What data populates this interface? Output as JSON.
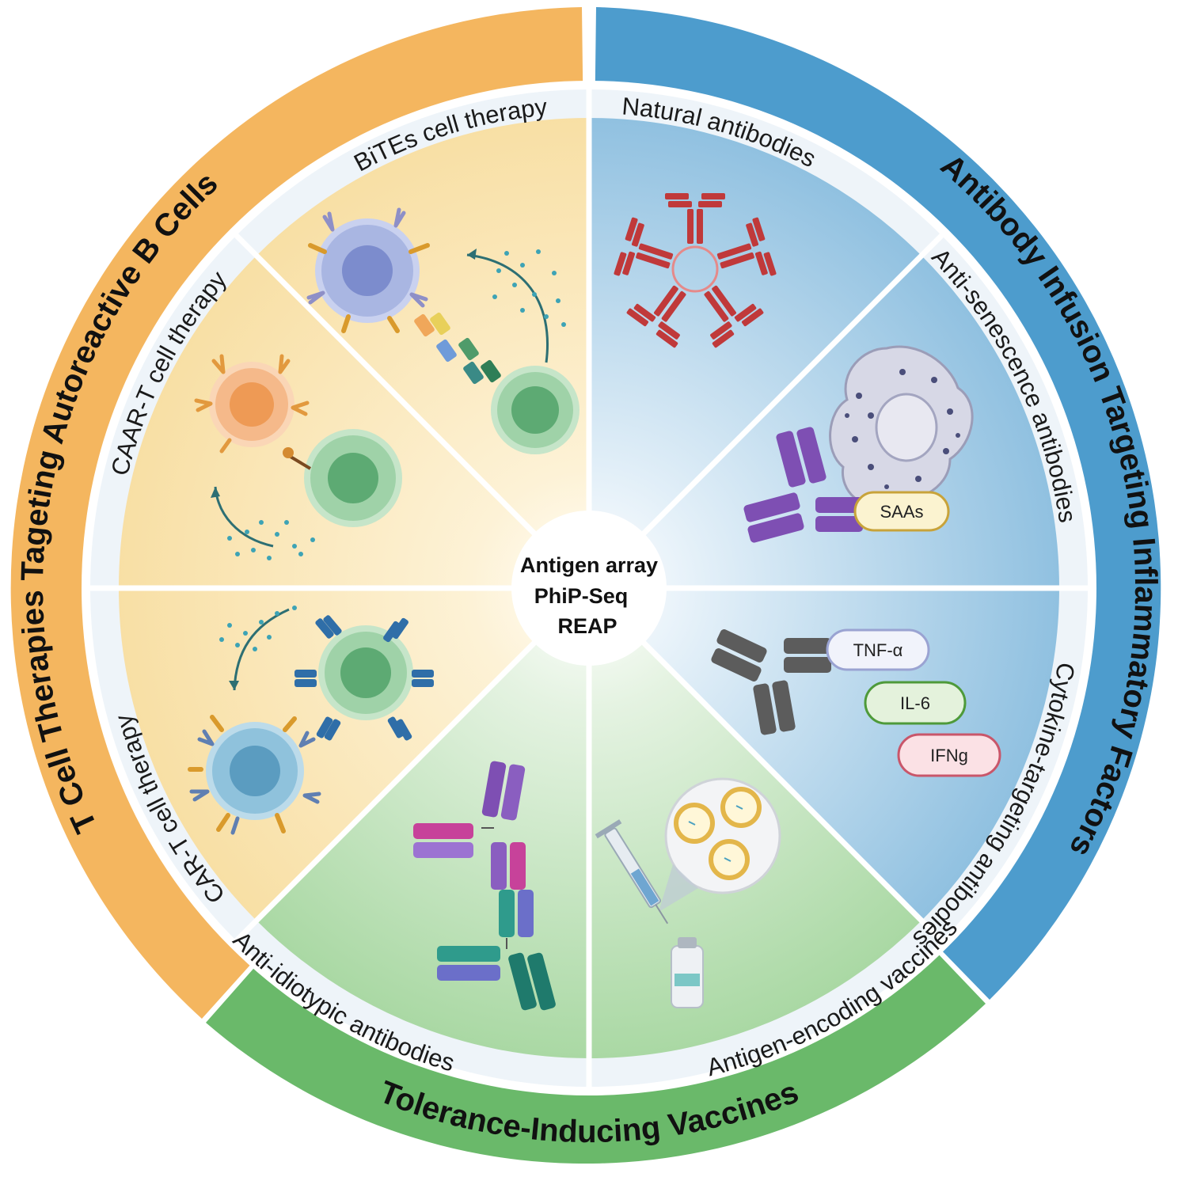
{
  "center": {
    "lines": [
      "Antigen array",
      "PhiP-Seq",
      "REAP"
    ]
  },
  "outer_ring": {
    "t_cell": "T Cell Therapies Tageting Autoreactive B Cells",
    "antibody": "Antibody Infusion Targeting Inflammatory Factors",
    "vaccine": "Tolerance-Inducing Vaccines"
  },
  "segments": {
    "bites": "BiTEs cell therapy",
    "natural": "Natural antibodies",
    "anti_senescence": "Anti-senescence antibodies",
    "cytokine": "Cytokine-targeting antibodies",
    "antigen_encoding": "Antigen-encoding vaccines",
    "anti_idiotypic": "Anti-idiotypic antibodies",
    "car_t": "CAR-T cell therapy",
    "caar_t": "CAAR-T cell therapy"
  },
  "pills": {
    "saas": "SAAs",
    "tnf": "TNF-α",
    "il6": "IL-6",
    "ifng": "IFNg"
  },
  "colors": {
    "orange": "#f4b65f",
    "blue": "#4d9ccd",
    "green": "#6ab96a",
    "antibody_red": "#c0393a",
    "purple": "#7e4fb3"
  }
}
